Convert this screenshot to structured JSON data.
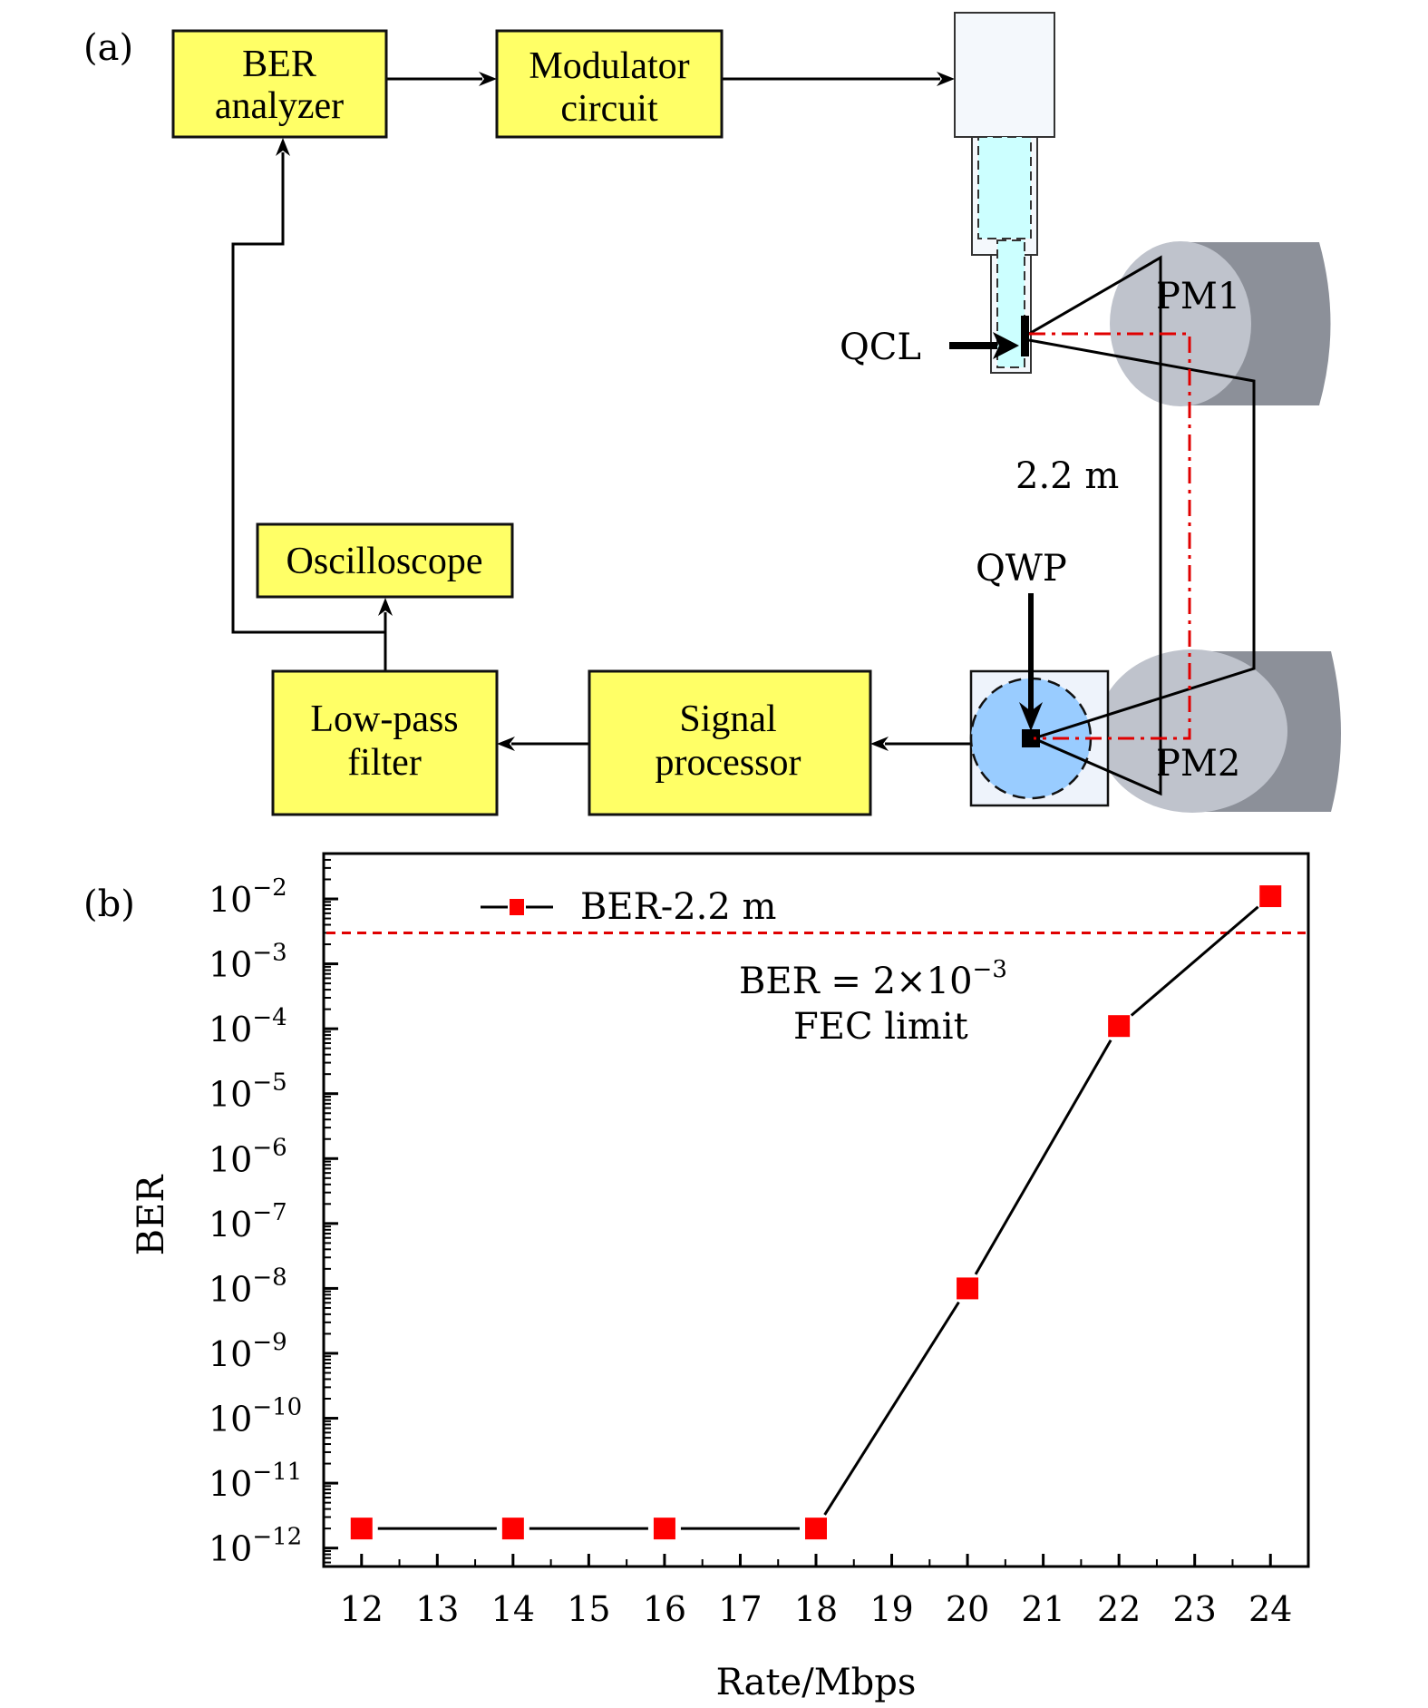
{
  "panel_a": {
    "label": "(a)",
    "blocks": {
      "ber_analyzer": [
        "BER",
        "analyzer"
      ],
      "modulator": [
        "Modulator",
        "circuit"
      ],
      "oscilloscope": [
        "Oscilloscope"
      ],
      "low_pass": [
        "Low-pass",
        "filter"
      ],
      "signal_processor": [
        "Signal",
        "processor"
      ]
    },
    "labels": {
      "qcl": "QCL",
      "pm1": "PM1",
      "pm2": "PM2",
      "qwp": "QWP",
      "distance": "2.2 m"
    },
    "colors": {
      "block_fill": "#ffff66",
      "laser_body": "#ccffff",
      "qwp_disc": "#99ccff",
      "mirror": "#bfc3cc",
      "beam_path": "#e00000"
    }
  },
  "panel_b": {
    "label": "(b)"
  },
  "chart_data": {
    "type": "scatter",
    "title": "",
    "xlabel": "Rate/Mbps",
    "ylabel": "BER",
    "yscale": "log",
    "xlim": [
      11.5,
      24.5
    ],
    "ylim": [
      5.2e-13,
      0.05
    ],
    "x_ticks": [
      12,
      13,
      14,
      15,
      16,
      17,
      18,
      19,
      20,
      21,
      22,
      23,
      24
    ],
    "y_ticks_exponents": [
      -2,
      -3,
      -4,
      -5,
      -6,
      -7,
      -8,
      -9,
      -10,
      -11,
      -12
    ],
    "series": [
      {
        "name": "BER-2.2 m",
        "color": "#ff0000",
        "marker": "square",
        "line": "solid",
        "x": [
          12,
          14,
          16,
          18,
          20,
          22,
          24
        ],
        "y": [
          2e-12,
          2e-12,
          2e-12,
          2e-12,
          1e-08,
          0.00011,
          0.011
        ]
      }
    ],
    "reference_line": {
      "label_line1": "BER = 2×10",
      "label_exp": "−3",
      "label_line2": "FEC limit",
      "value": 0.002,
      "drawn_at": 0.003,
      "style": "dashed",
      "color": "#e00000"
    },
    "legend": {
      "position": "top-left",
      "entries": [
        "BER-2.2 m"
      ]
    },
    "grid": false
  }
}
